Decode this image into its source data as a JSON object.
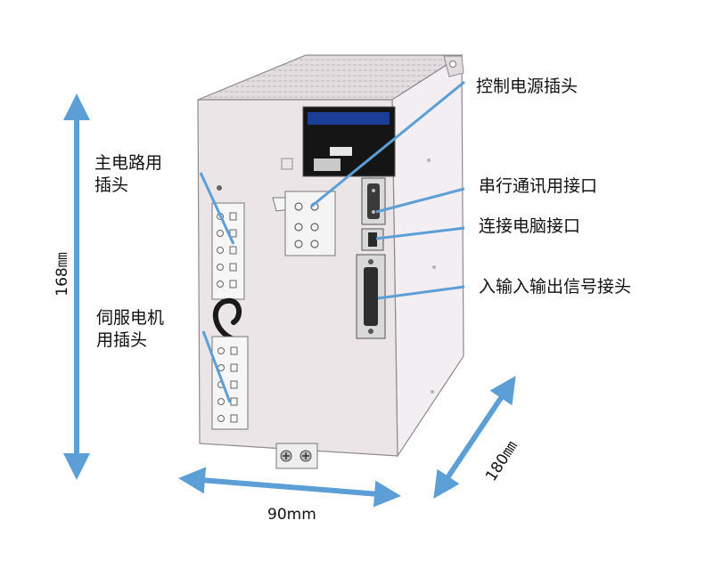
{
  "labels": {
    "control_power": "控制电源插头",
    "main_circuit_line1": "主电路用",
    "main_circuit_line2": "插头",
    "serial_comm": "串行通讯用接口",
    "pc_connect": "连接电脑接口",
    "io_signal": "入输入输出信号接头",
    "servo_motor_line1": "伺服电机",
    "servo_motor_line2": "用插头"
  },
  "dimensions": {
    "height": "168㎜",
    "width": "90mm",
    "depth": "180㎜"
  },
  "colors": {
    "arrow": "#5b9fd6",
    "body_front": "#ece5e8",
    "body_side": "#f3eef1",
    "body_top": "#dcd6d9",
    "label_text": "#111111"
  }
}
